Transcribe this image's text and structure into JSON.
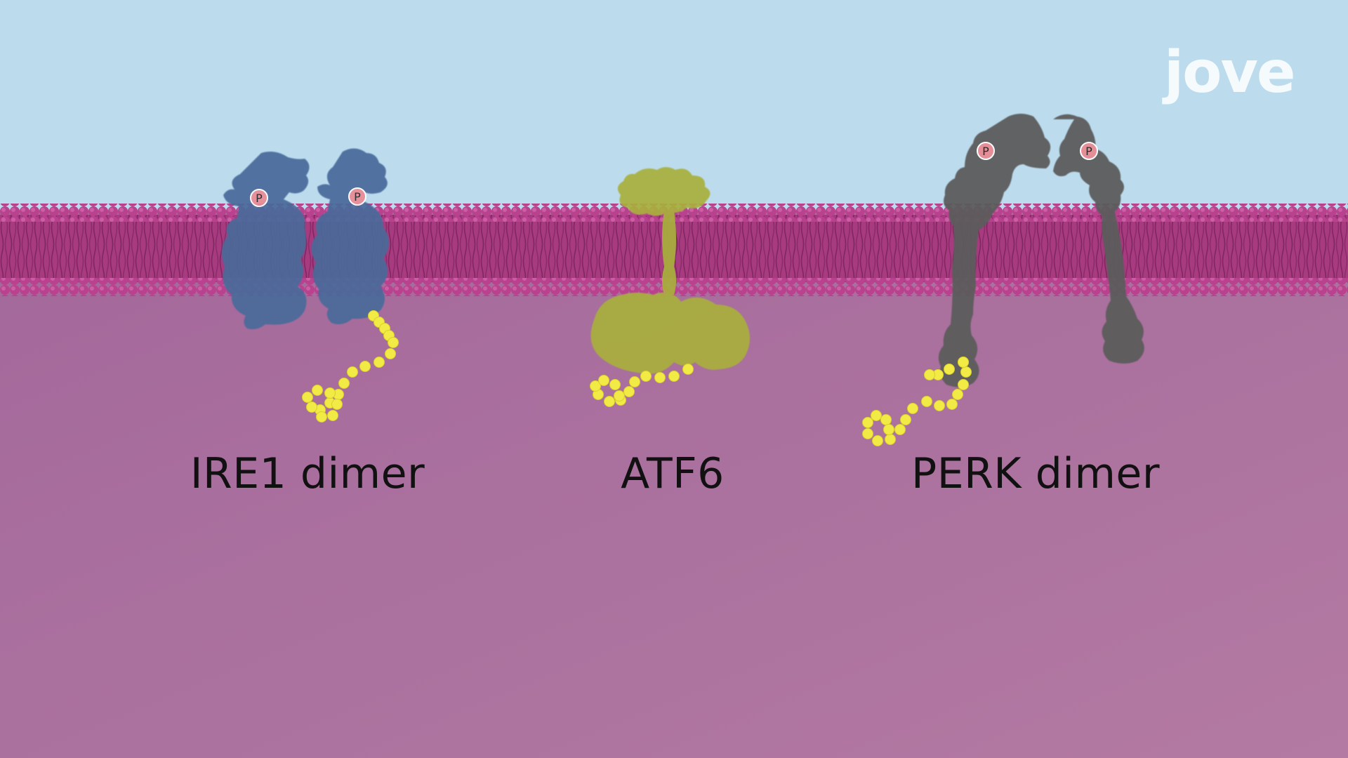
{
  "logo": {
    "text": "jove"
  },
  "labels": {
    "ire1": "IRE1 dimer",
    "atf6": "ATF6",
    "perk": "PERK dimer"
  },
  "phospho_marker": "P",
  "colors": {
    "sky": "#bcdcee",
    "cytosol": "#a86b99",
    "lipid_head": "#b9428f",
    "ire1": "#4a6a9a",
    "atf6": "#a9b03c",
    "perk": "#5b5b5b",
    "chaperone": "#f2ea45",
    "phosphate": "#e98a94"
  }
}
